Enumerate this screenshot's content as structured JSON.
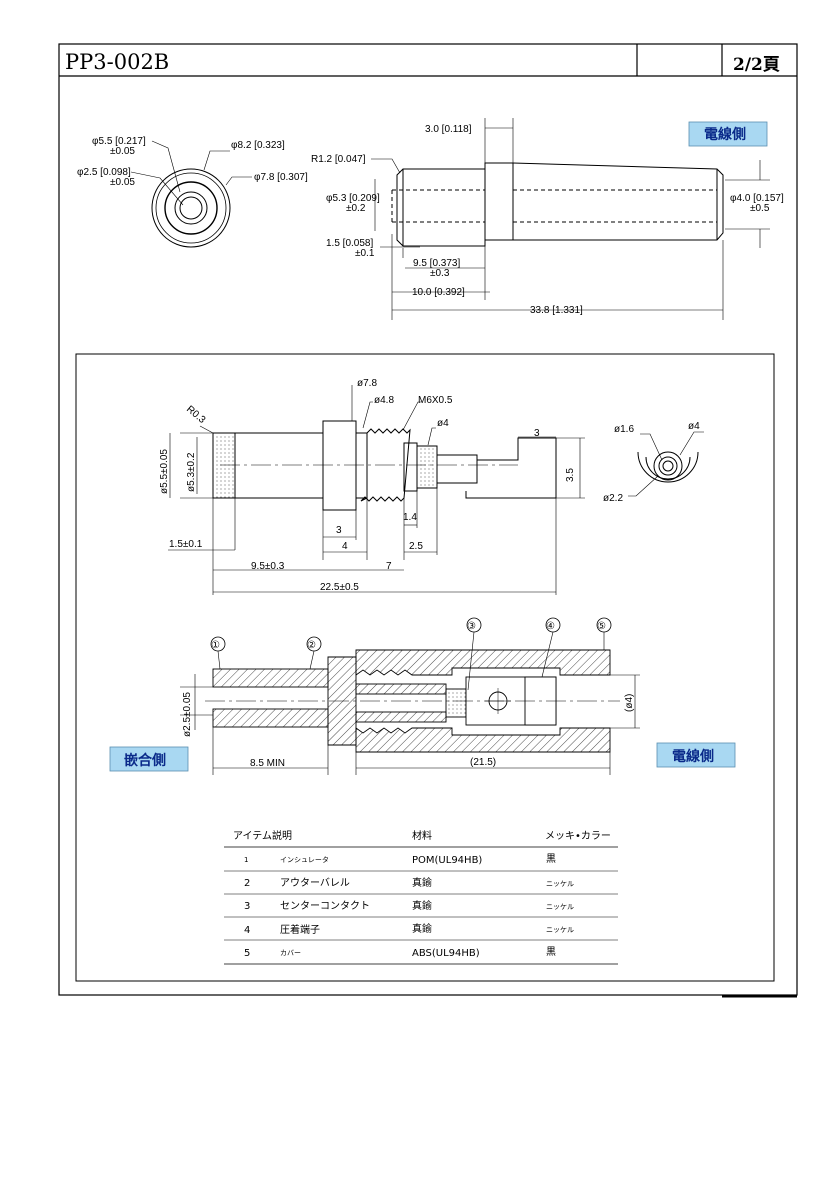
{
  "title_block": {
    "drawing_number": "PP3-002B",
    "page": "2/2頁"
  },
  "view1": {
    "tag": "電線側",
    "dims": {
      "d55": "φ5.5 [0.217]",
      "d55_tol": "±0.05",
      "d82": "φ8.2 [0.323]",
      "d25": "φ2.5 [0.098]",
      "d25_tol": "±0.05",
      "d78": "φ7.8 [0.307]",
      "len30": "3.0 [0.118]",
      "r12": "R1.2 [0.047]",
      "d53": "φ5.3 [0.209]",
      "d53_tol": "±0.2",
      "len15": "1.5 [0.058]",
      "len15_tol": "±0.1",
      "len95": "9.5 [0.373]",
      "len95_tol": "±0.3",
      "len100": "10.0 [0.392]",
      "len338": "33.8 [1.331]",
      "d40": "φ4.0 [0.157]",
      "d40_tol": "±0.5"
    }
  },
  "view2": {
    "dims": {
      "d78": "ø7.8",
      "d48": "ø4.8",
      "m6": "M6X0.5",
      "d4": "ø4",
      "r03": "R0.3",
      "d55": "ø5.5±0.05",
      "d53": "ø5.3±0.2",
      "w3top": "3",
      "h35": "3.5",
      "l14": "1.4",
      "l3": "3",
      "l4": "4",
      "l25": "2.5",
      "l15": "1.5±0.1",
      "l95": "9.5±0.3",
      "l7": "7",
      "l225": "22.5±0.5",
      "e16": "ø1.6",
      "e4": "ø4",
      "e22": "ø2.2"
    }
  },
  "view3": {
    "balloons": [
      "①",
      "②",
      "③",
      "④",
      "⑤"
    ],
    "d25": "ø2.5±0.05",
    "d4": "(ø4)",
    "l85": "8.5  MIN",
    "l215": "(21.5)",
    "tag_left": "嵌合側",
    "tag_right": "電線側"
  },
  "parts_table": {
    "headers": [
      "アイテム説明",
      "材料",
      "メッキ•カラー"
    ],
    "rows": [
      {
        "no": "1",
        "desc": "インシュレータ",
        "material": "POM(UL94HB)",
        "finish": "黒"
      },
      {
        "no": "2",
        "desc": "アウターバレル",
        "material": "真鍮",
        "finish": "ニッケル"
      },
      {
        "no": "3",
        "desc": "センターコンタクト",
        "material": "真鍮",
        "finish": "ニッケル"
      },
      {
        "no": "4",
        "desc": "圧着端子",
        "material": "真鍮",
        "finish": "ニッケル"
      },
      {
        "no": "5",
        "desc": "カバー",
        "material": "ABS(UL94HB)",
        "finish": "黒"
      }
    ]
  },
  "colors": {
    "tag_bg": "#a9d8f2",
    "tag_text": "#0a2a8a",
    "line": "#000000"
  }
}
